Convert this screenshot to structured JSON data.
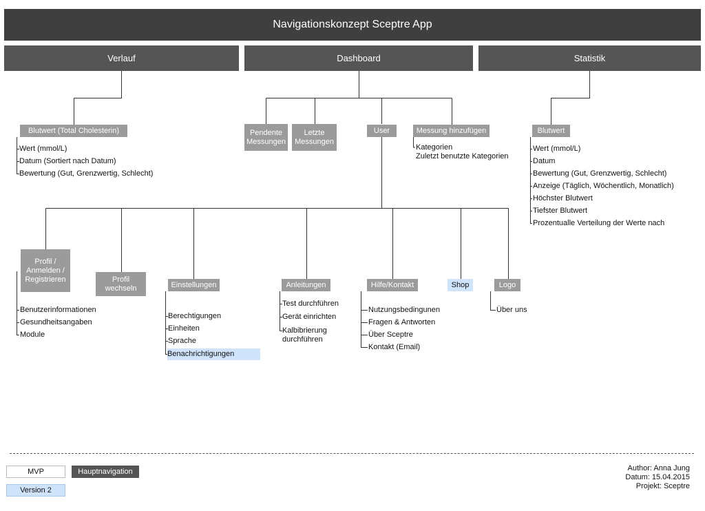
{
  "title": "Navigationskonzept Sceptre App",
  "nav": {
    "verlauf": "Verlauf",
    "dashboard": "Dashboard",
    "statistik": "Statistik"
  },
  "verlauf": {
    "box": "Blutwert (Total Cholesterin)",
    "items": [
      "Wert (mmol/L)",
      "Datum (Sortiert nach Datum)",
      "Bewertung (Gut, Grenzwertig, Schlecht)"
    ]
  },
  "dashboard": {
    "pendente": "Pendente Messungen",
    "letzte": "Letzte Messungen",
    "user": "User",
    "messung": "Messung hinzufügen",
    "messung_items": [
      "Kategorien",
      "Zuletzt benutzte Kategorien"
    ]
  },
  "statistik": {
    "box": "Blutwert",
    "items": [
      "Wert (mmol/L)",
      "Datum",
      "Bewertung (Gut, Grenzwertig, Schlecht)",
      "Anzeige (Täglich, Wöchentlich, Monatlich)",
      "Höchster Blutwert",
      "Tiefster Blutwert",
      "Prozentualle Verteilung der Werte nach"
    ]
  },
  "user": {
    "profil": "Profil / Anmelden / Registrieren",
    "profil_items": [
      "Benutzerinformationen",
      "Gesundheitsangaben",
      "Module"
    ],
    "wechseln": "Profil wechseln",
    "einstellungen": "Einstellungen",
    "einstellungen_items": [
      "Berechtigungen",
      "Einheiten",
      "Sprache",
      "Benachrichtigungen"
    ],
    "anleitungen": "Anleitungen",
    "anleitungen_items": [
      "Test durchführen",
      "Gerät einrichten",
      "Kalbibrierung durchführen"
    ],
    "hilfe": "Hilfe/Kontakt",
    "hilfe_items": [
      "Nutzungsbedingunen",
      "Fragen & Antworten",
      "Über Sceptre",
      "Kontakt (Email)"
    ],
    "shop": "Shop",
    "logo": "Logo",
    "logo_items": [
      "Über uns"
    ]
  },
  "legend": {
    "mvp": "MVP",
    "hauptnavigation": "Hauptnavigation",
    "version2": "Version 2"
  },
  "meta": {
    "author": "Author: Anna Jung",
    "datum": "Datum: 15.04.2015",
    "projekt": "Projekt: Sceptre"
  },
  "colors": {
    "title_bg": "#3f3f3f",
    "nav_bg": "#555555",
    "box_bg": "#9b9b9b",
    "version2": "#cfe3fb"
  }
}
